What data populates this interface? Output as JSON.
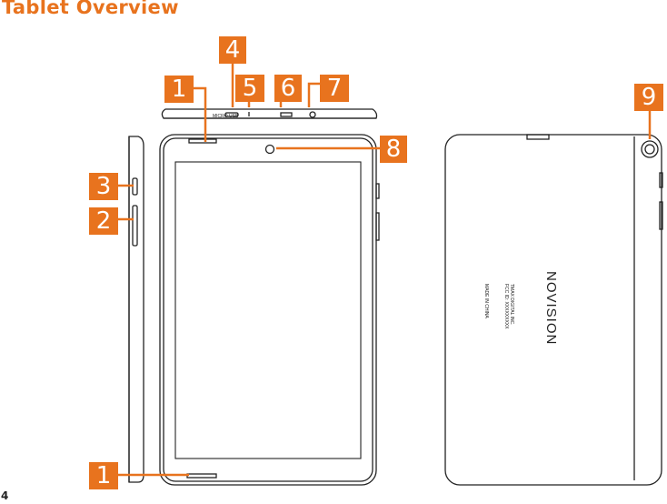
{
  "title": "Tablet Overview",
  "page_number": "4",
  "callouts": {
    "c1_top": "1",
    "c2": "2",
    "c3": "3",
    "c4": "4",
    "c5": "5",
    "c6": "6",
    "c7": "7",
    "c8": "8",
    "c9": "9",
    "c1_bottom": "1"
  },
  "brand_logo": "NOVISION",
  "back_label": {
    "line1": "TMAX DIGITAL INC.",
    "line2": "FCC ID: XXXXXXXXX",
    "line3": "MADE IN CHINA"
  },
  "port_labels": {
    "usb": "MICRO USB"
  },
  "colors": {
    "accent": "#e8731e",
    "line": "#222222"
  }
}
